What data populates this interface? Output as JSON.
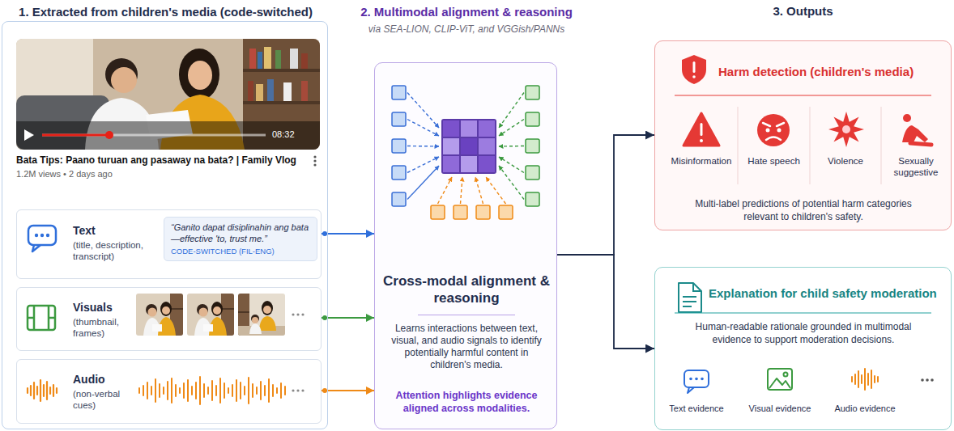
{
  "diagram": {
    "nodes": [
      {
        "text": [
          "1. Extracted from children's media (code-switched)"
        ]
      },
      {
        "text": [
          "Text",
          "(title, description, transcript)"
        ],
        "in": 0
      },
      {
        "text": [
          "“Ganito dapat disiplinahin ang bata—effective 'to, trust me.”",
          "CODE-SWITCHED (FIL-ENG)"
        ],
        "in": 1
      },
      {
        "text": [
          "Visuals",
          "(thumbnail, frames)"
        ],
        "in": 0
      },
      {
        "text": [
          "Audio",
          "(non-verbal cues)"
        ],
        "in": 0
      },
      {
        "text": [
          "2. Multimodal alignment & reasoning",
          "via SEA-LION, CLIP-ViT, and VGGish/PANNs",
          "Cross-modal alignment & reasoning",
          "Learns interactions between text, visual, and audio signals to identify potentially harmful content in children's media.",
          "Attention highlights evidence aligned across modalities."
        ]
      },
      {
        "text": [
          "Harm detection (children's media)",
          "Multi-label predictions of potential harm categories relevant to children's safety."
        ]
      },
      {
        "text": [
          "Explanation for child safety moderation",
          "Human-readable rationale grounded in multimodal evidence to support moderation decisions."
        ]
      }
    ],
    "edges": [
      {
        "from": 1,
        "to": 5,
        "arrow": "to"
      },
      {
        "from": 3,
        "to": 5,
        "arrow": "to"
      },
      {
        "from": 4,
        "to": 5,
        "arrow": "to"
      },
      {
        "from": 5,
        "to": 6,
        "arrow": "to"
      },
      {
        "from": 5,
        "to": 7,
        "arrow": "to"
      }
    ],
    "labels": [
      "08:32",
      "Bata Tips: Paano turuan ang pasaway na bata? | Family Vlog",
      "1.2M views • 2 days ago",
      "3. Outputs",
      "Misinformation",
      "Hate speech",
      "Violence",
      "Sexually suggestive",
      "Text evidence",
      "Visual evidence",
      "Audio evidence"
    ]
  }
}
